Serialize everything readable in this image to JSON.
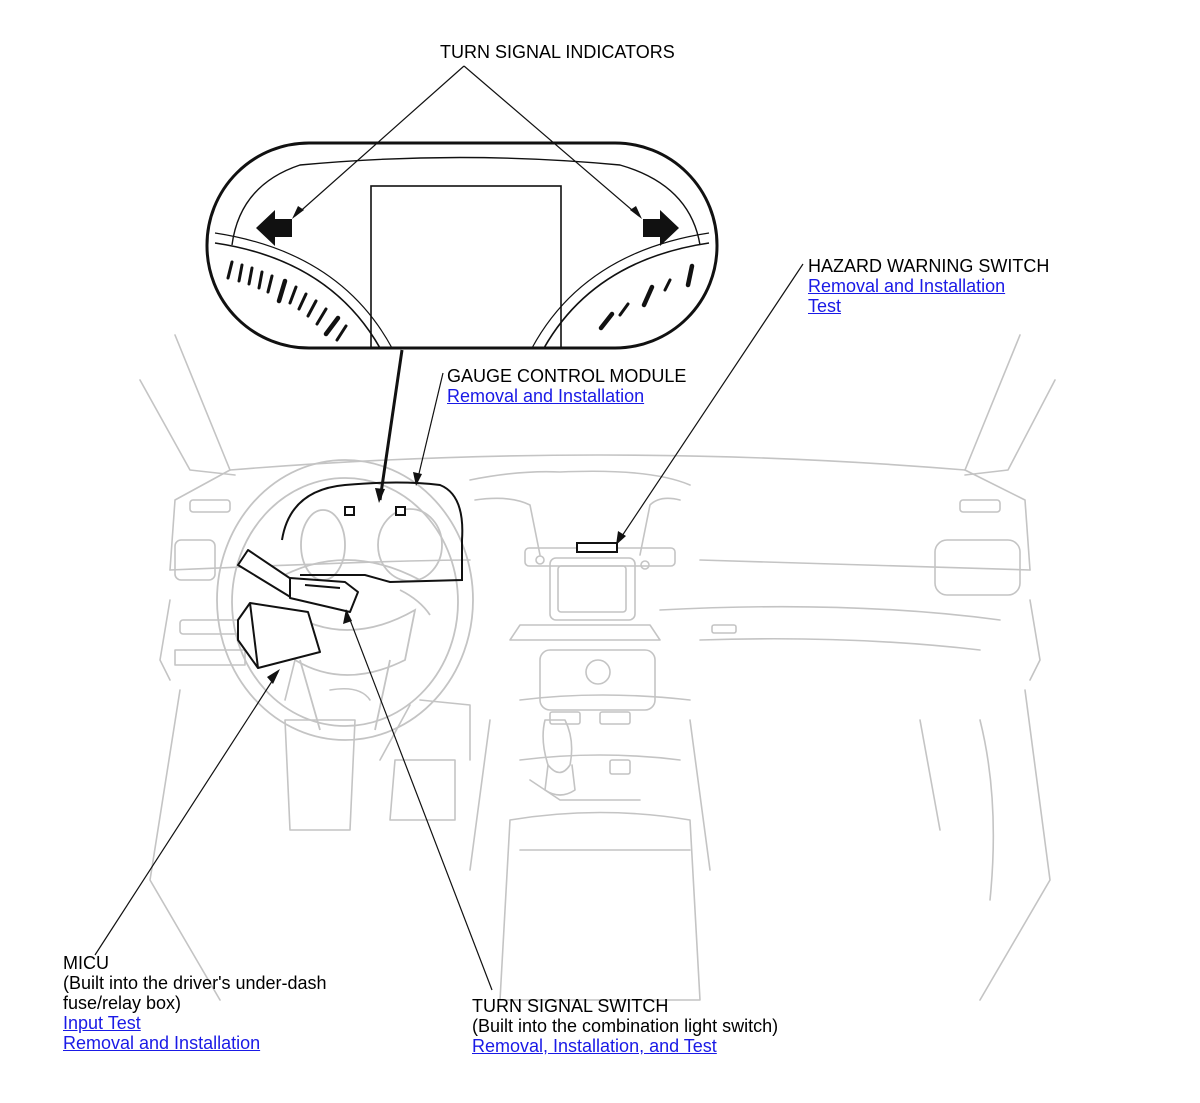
{
  "callouts": {
    "turn_signal_indicators": {
      "title": "TURN SIGNAL INDICATORS"
    },
    "hazard_warning_switch": {
      "title": "HAZARD WARNING SWITCH",
      "links": [
        "Removal and Installation",
        "Test"
      ]
    },
    "gauge_control_module": {
      "title": "GAUGE CONTROL MODULE",
      "links": [
        "Removal and Installation"
      ]
    },
    "micu": {
      "title": "MICU",
      "notes": [
        "(Built into the driver's under-dash",
        "fuse/relay box)"
      ],
      "links": [
        "Input Test",
        "Removal and Installation"
      ]
    },
    "turn_signal_switch": {
      "title": "TURN SIGNAL SWITCH",
      "notes": [
        "(Built into the combination light switch)"
      ],
      "links": [
        "Removal, Installation, and Test"
      ]
    }
  },
  "colors": {
    "link": "#1a1ae6",
    "line": "#000000",
    "faint_line": "#c4c4c4"
  }
}
